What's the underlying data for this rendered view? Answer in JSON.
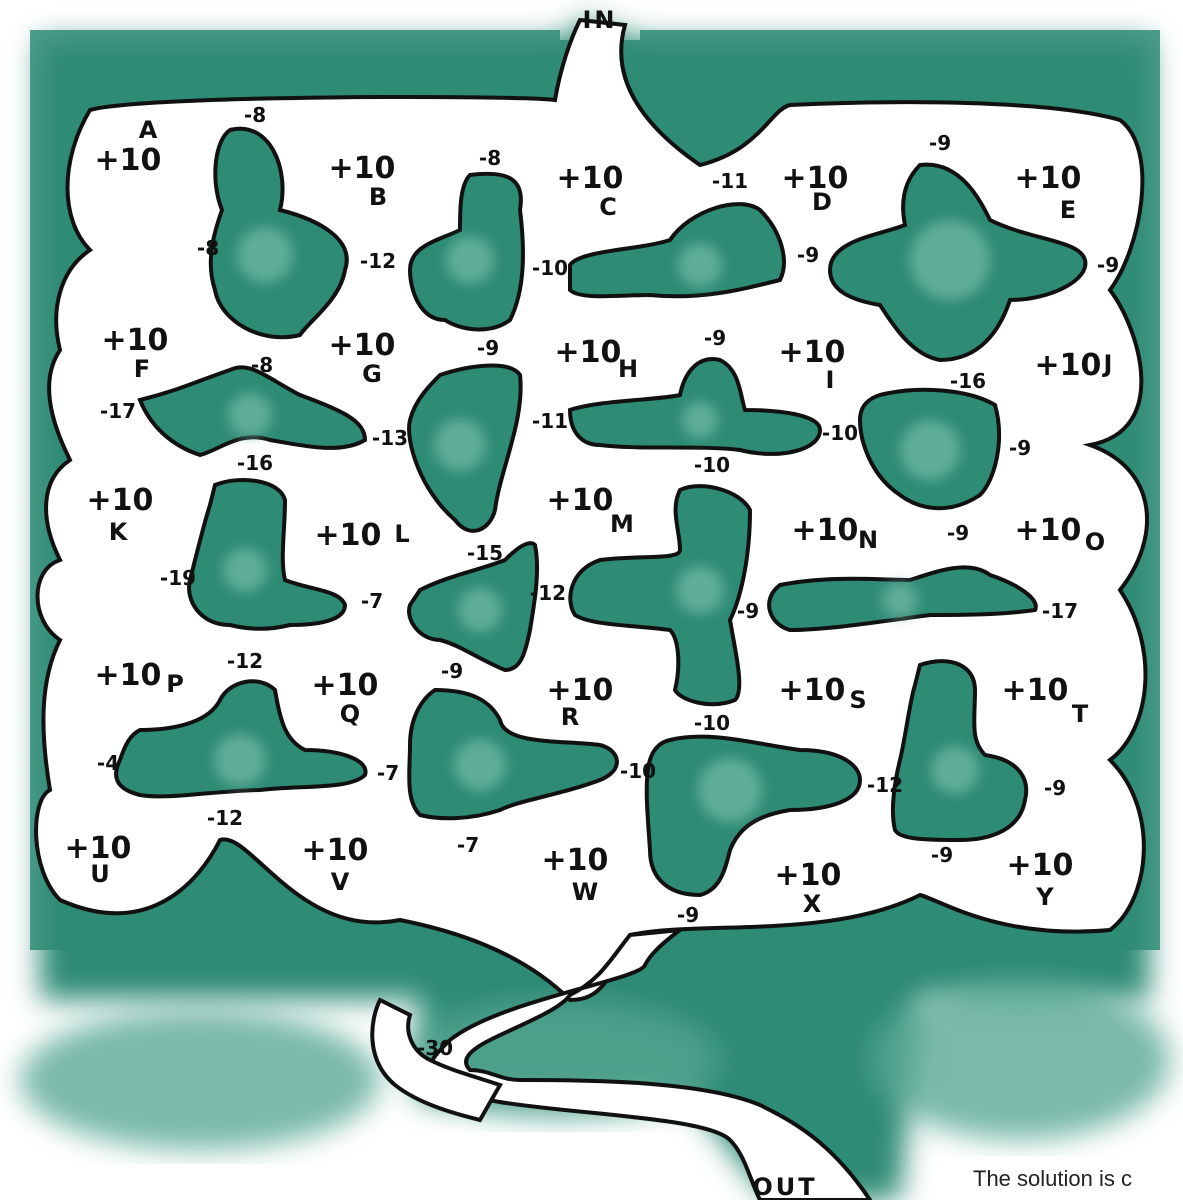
{
  "entrance_label": "IN",
  "exit_label": "OUT",
  "final_passage_cost": "-30",
  "solution_note": "The solution is c",
  "colors": {
    "wall": "#2e8b74",
    "wall_core": "#5aa994",
    "floor": "#ffffff",
    "ink": "#111111"
  },
  "rooms": [
    {
      "id": "A",
      "value": "+10"
    },
    {
      "id": "B",
      "value": "+10"
    },
    {
      "id": "C",
      "value": "+10"
    },
    {
      "id": "D",
      "value": "+10"
    },
    {
      "id": "E",
      "value": "+10"
    },
    {
      "id": "F",
      "value": "+10"
    },
    {
      "id": "G",
      "value": "+10"
    },
    {
      "id": "H",
      "value": "+10"
    },
    {
      "id": "I",
      "value": "+10"
    },
    {
      "id": "J",
      "value": "+10"
    },
    {
      "id": "K",
      "value": "+10"
    },
    {
      "id": "L",
      "value": "+10"
    },
    {
      "id": "M",
      "value": "+10"
    },
    {
      "id": "N",
      "value": "+10"
    },
    {
      "id": "O",
      "value": "+10"
    },
    {
      "id": "P",
      "value": "+10"
    },
    {
      "id": "Q",
      "value": "+10"
    },
    {
      "id": "R",
      "value": "+10"
    },
    {
      "id": "S",
      "value": "+10"
    },
    {
      "id": "T",
      "value": "+10"
    },
    {
      "id": "U",
      "value": "+10"
    },
    {
      "id": "V",
      "value": "+10"
    },
    {
      "id": "W",
      "value": "+10"
    },
    {
      "id": "X",
      "value": "+10"
    },
    {
      "id": "Y",
      "value": "+10"
    }
  ],
  "passage_costs": [
    "-8",
    "-8",
    "-9",
    "-8",
    "-12",
    "-10",
    "-11",
    "-9",
    "-9",
    "-17",
    "-8",
    "-13",
    "-9",
    "-11",
    "-9",
    "-10",
    "-16",
    "-9",
    "-16",
    "-10",
    "-19",
    "-15",
    "-12",
    "-9",
    "-9",
    "-17",
    "-7",
    "-12",
    "-9",
    "-4",
    "-7",
    "-10",
    "-10",
    "-12",
    "-9",
    "-12",
    "-7",
    "-9",
    "-9"
  ]
}
